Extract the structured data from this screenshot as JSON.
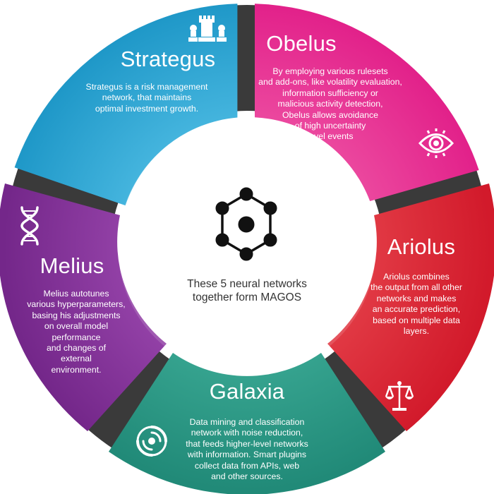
{
  "center": {
    "lines": [
      "These 5 neural networks",
      "together form MAGOS"
    ],
    "icon": "hexagon-network-icon"
  },
  "colors": {
    "strategus": "#2aa5d3",
    "obelus": "#e4278e",
    "ariolus": "#d91e2e",
    "galaxia": "#26917f",
    "melius": "#7c2d8e",
    "separator": "#3a3a3a"
  },
  "segments": {
    "strategus": {
      "title": "Strategus",
      "lines": [
        "Strategus is a risk management",
        "network, that maintains",
        "optimal investment growth."
      ],
      "icon": "chess-pieces-icon"
    },
    "obelus": {
      "title": "Obelus",
      "lines": [
        "By employing various rulesets",
        "and add-ons, like volatility evaluation,",
        "information sufficiency or",
        "malicious activity detection,",
        "Obelus allows avoidance",
        "of high uncertainty",
        "level events"
      ],
      "icon": "eye-icon"
    },
    "ariolus": {
      "title": "Ariolus",
      "lines": [
        "Ariolus combines",
        "the output from all other",
        "networks and makes",
        "an accurate prediction,",
        "based on multiple data",
        "layers."
      ],
      "icon": "scales-icon"
    },
    "galaxia": {
      "title": "Galaxia",
      "lines": [
        "Data mining and classification",
        "network with noise reduction,",
        "that feeds higher-level networks",
        "with information. Smart plugins",
        "collect data from APIs, web",
        "and other sources."
      ],
      "icon": "swirl-icon"
    },
    "melius": {
      "title": "Melius",
      "lines": [
        "Melius autotunes",
        "various hyperparameters,",
        "basing his adjustments",
        "on overall model",
        "performance",
        "and changes of",
        "external",
        "environment."
      ],
      "icon": "dna-icon"
    }
  }
}
